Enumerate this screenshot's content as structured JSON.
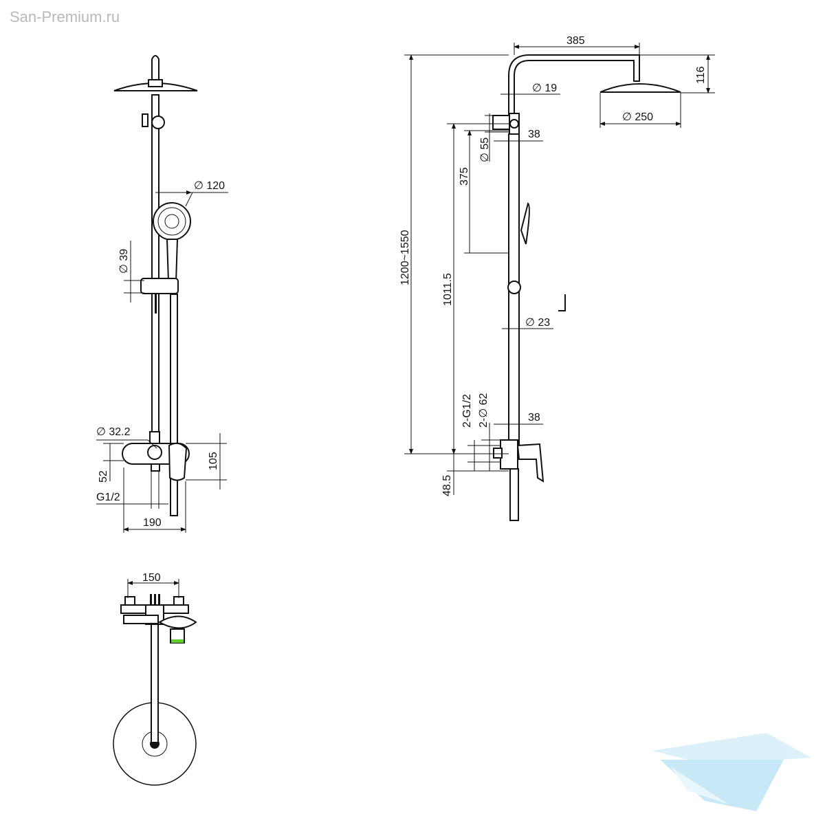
{
  "watermark": "San-Premium.ru",
  "front_view": {
    "dia_120": "∅ 120",
    "dia_39": "∅ 39",
    "dia_32_2": "∅ 32.2",
    "dim_52": "52",
    "dim_105": "105",
    "g12": "G1/2",
    "dim_190": "190"
  },
  "side_view": {
    "dim_385": "385",
    "dim_116": "116",
    "dia_19": "∅ 19",
    "dia_250": "∅ 250",
    "dia_55": "∅ 55",
    "dim_38_top": "38",
    "dim_375": "375",
    "dim_1200_1550": "1200~1550",
    "dim_1011_5": "1011.5",
    "dia_23": "∅ 23",
    "dim_2g12": "2-G1/2",
    "dim_2dia62": "2-∅ 62",
    "dim_38_bottom": "38",
    "dim_48_5": "48.5"
  },
  "top_view": {
    "dim_150": "150"
  },
  "colors": {
    "line": "#111111",
    "watermark": "#b9b9b9",
    "logo": "#8fd0ee"
  }
}
